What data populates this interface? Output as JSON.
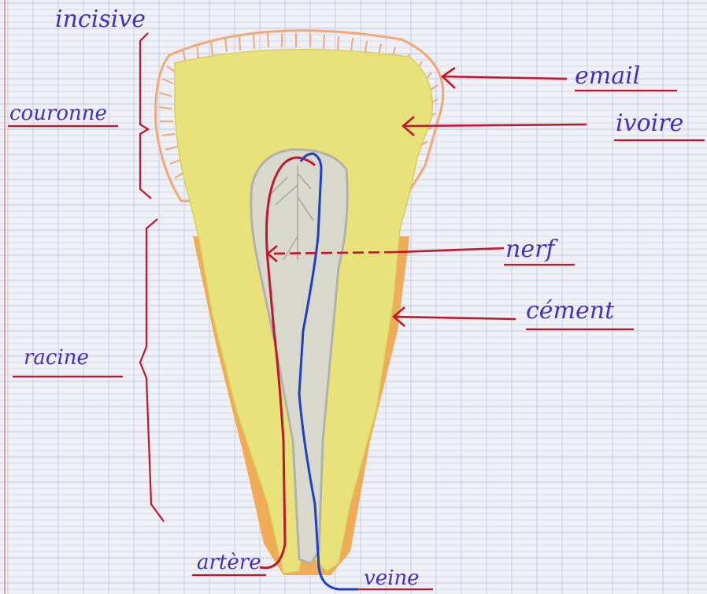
{
  "title": "incisive",
  "labels": {
    "couronne": "couronne",
    "racine": "racine",
    "email": "email",
    "ivoire": "ivoire",
    "nerf": "nerf",
    "cement": "cément",
    "artere": "artère",
    "veine": "veine"
  },
  "colors": {
    "paper": "#eef0f6",
    "grid": "#a9b9dc",
    "margin_line": "#e08a8a",
    "ink_label": "#4a2fb0",
    "ink_red": "#c0182a",
    "ink_blue": "#1f3fc4",
    "dentin": "#e9e27a",
    "enamel": "#f0a878",
    "cementum": "#f0a03c",
    "pulp": "#bdbdbd"
  }
}
